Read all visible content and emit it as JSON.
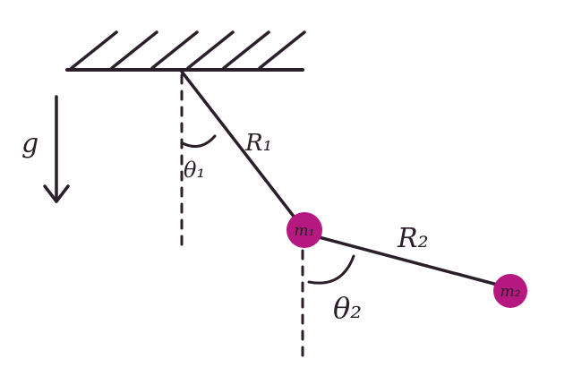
{
  "diagram": {
    "colors": {
      "ink": "#2b1f2a",
      "mass": "#b5197f",
      "background": "#ffffff"
    },
    "labels": {
      "gravity": "g",
      "rod1": "R₁",
      "rod2": "R₂",
      "angle1": "θ₁",
      "angle2": "θ₂",
      "mass1": "m₁",
      "mass2": "m₂"
    }
  }
}
